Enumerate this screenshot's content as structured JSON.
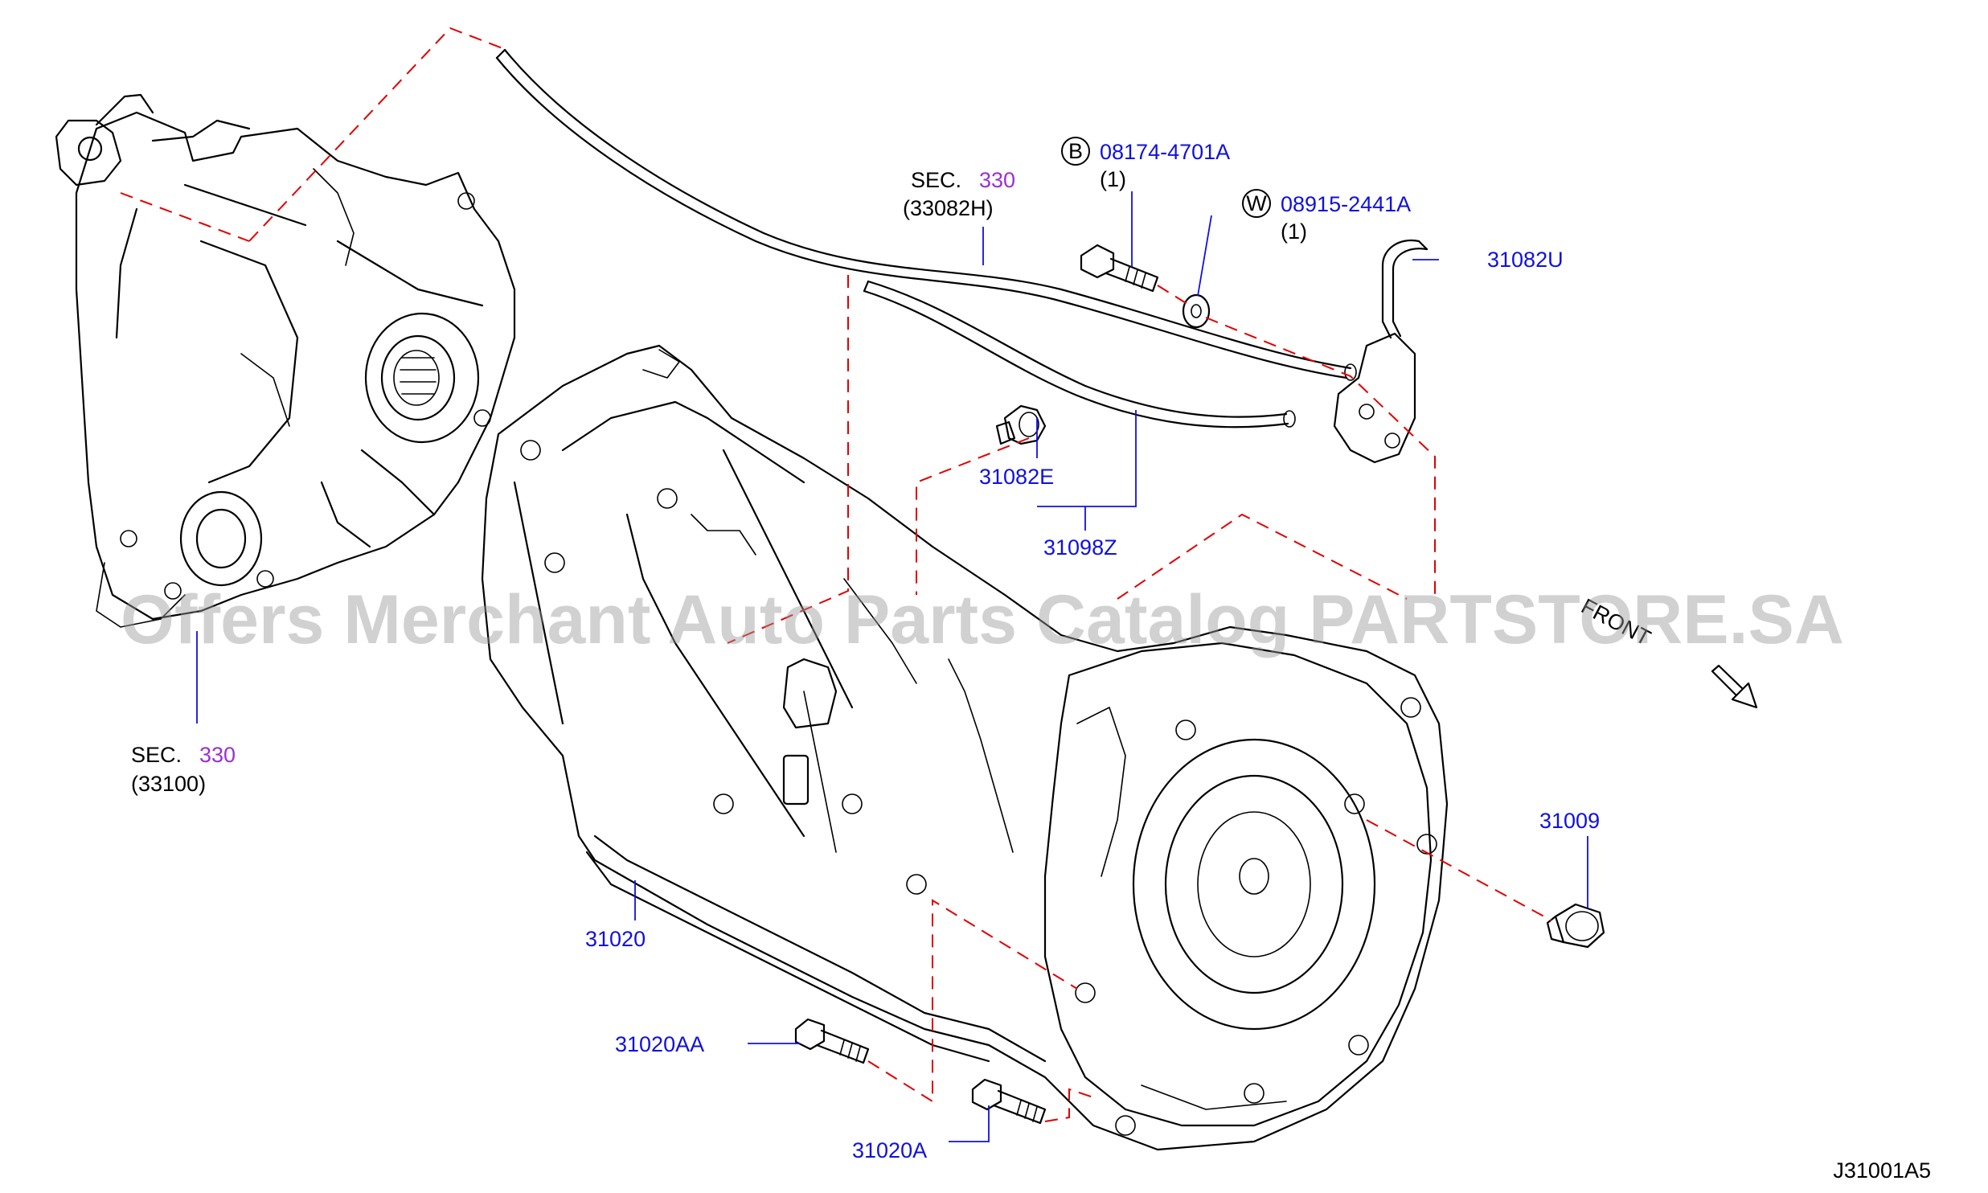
{
  "watermark": "Offers Merchant Auto Parts Catalog PARTSTORE.SA",
  "diagram_code": "J31001A5",
  "front_label": "FRONT",
  "sec_ref_top": {
    "prefix": "SEC.",
    "number": "330",
    "sub": "(33082H)"
  },
  "sec_ref_left": {
    "prefix": "SEC.",
    "number": "330",
    "sub": "(33100)"
  },
  "callout_b": {
    "symbol": "B",
    "part": "08174-4701A",
    "qty": "(1)"
  },
  "callout_w": {
    "symbol": "W",
    "part": "08915-2441A",
    "qty": "(1)"
  },
  "parts": {
    "p31082U": "31082U",
    "p31082E": "31082E",
    "p31098Z": "31098Z",
    "p31009": "31009",
    "p31020": "31020",
    "p31020AA": "31020AA",
    "p31020A": "31020A"
  },
  "colors": {
    "part_number": "#1010e0",
    "section_number": "#9b30d0",
    "dashed_line": "#e00000"
  }
}
